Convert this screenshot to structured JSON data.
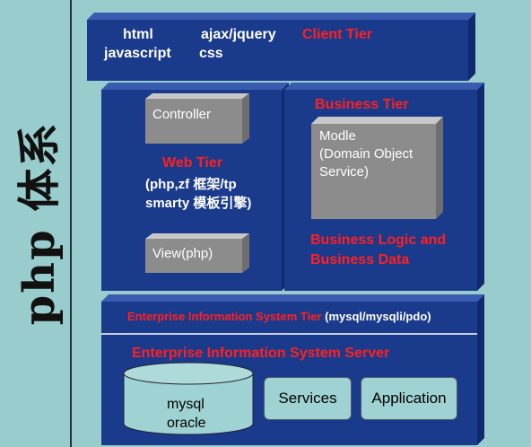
{
  "sidebar": {
    "title": "php 体系"
  },
  "client_tier": {
    "items": [
      "html",
      "ajax/jquery",
      "javascript",
      "css"
    ],
    "title": "Client Tier"
  },
  "web_tier": {
    "controller": "Controller",
    "title": "Web Tier",
    "desc_line1": "(php,zf 框架/tp",
    "desc_line2": "smarty 模板引擎)",
    "view": "View(php)"
  },
  "business_tier": {
    "title": "Business Tier",
    "model_line1": "Modle",
    "model_line2": "(Domain Object",
    "model_line3": "Service)",
    "logic_line1": "Business Logic and",
    "logic_line2": "Business Data"
  },
  "eis_tier": {
    "title": "Enterprise Information System Tier",
    "title_suffix": "(mysql/mysqli/pdo)",
    "server_title": "Enterprise Information System Server",
    "db_line1": "mysql",
    "db_line2": "oracle",
    "services": "Services",
    "application": "Application"
  },
  "colors": {
    "background": "#99cccc",
    "box": "#1a3a8c",
    "accent": "#ff2020"
  }
}
